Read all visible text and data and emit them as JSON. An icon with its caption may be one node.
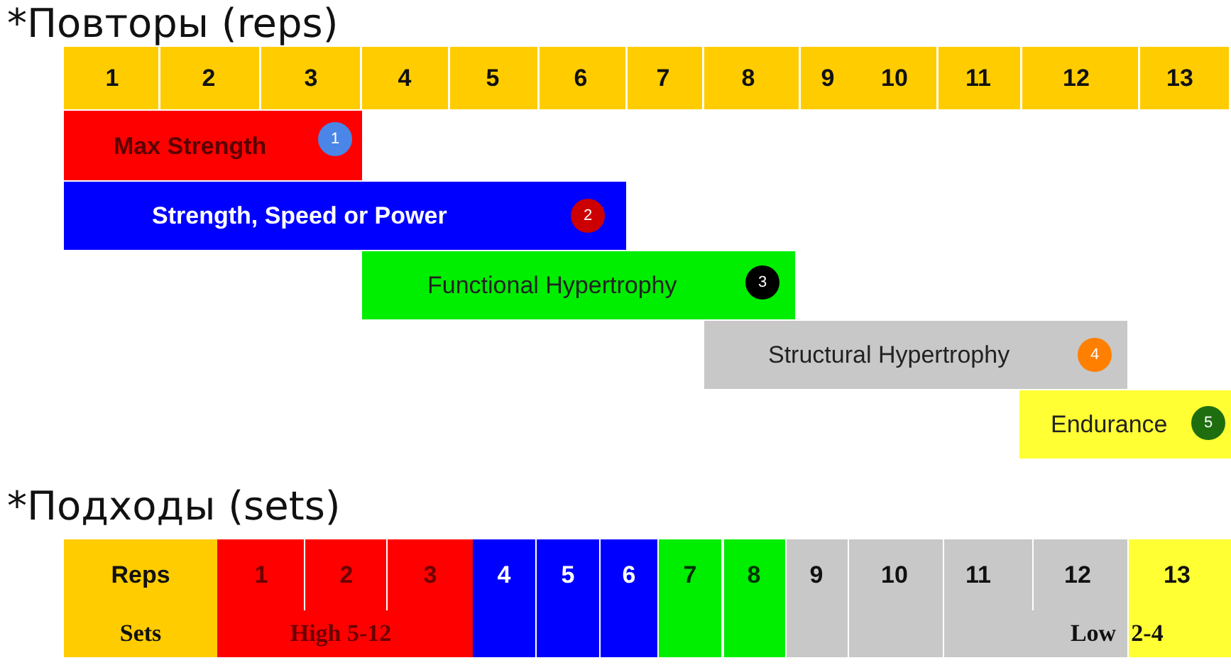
{
  "diagram": {
    "nodes": [
      {
        "text": [
          "Max Strength"
        ]
      },
      {
        "text": [
          "1"
        ],
        "in": 0
      },
      {
        "text": [
          "Strength, Speed or Power"
        ]
      },
      {
        "text": [
          "2"
        ],
        "in": 2
      },
      {
        "text": [
          "Functional Hypertrophy"
        ]
      },
      {
        "text": [
          "3"
        ],
        "in": 4
      },
      {
        "text": [
          "Structural Hypertrophy"
        ]
      },
      {
        "text": [
          "4"
        ],
        "in": 6
      },
      {
        "text": [
          "Endurance"
        ]
      },
      {
        "text": [
          "5"
        ],
        "in": 8
      }
    ],
    "labels": [
      "*Повторы (reps)",
      "1",
      "2",
      "3",
      "4",
      "5",
      "6",
      "7",
      "8",
      "9",
      "10",
      "11",
      "12",
      "13",
      "*Подходы (sets)",
      "Reps",
      "1",
      "2",
      "3",
      "4",
      "5",
      "6",
      "7",
      "8",
      "9",
      "10",
      "11",
      "12",
      "13",
      "Sets",
      "High 5-12",
      "Low",
      "2-4"
    ]
  }
}
